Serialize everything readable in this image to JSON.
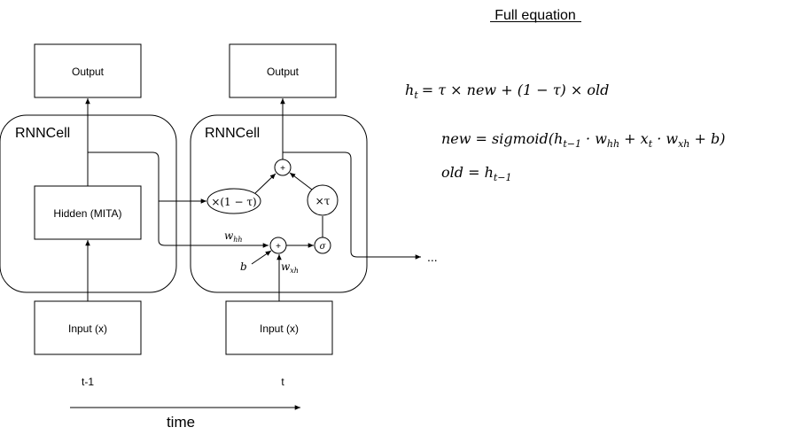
{
  "title": "Full equation",
  "cells": {
    "left": {
      "label": "RNNCell",
      "output": "Output",
      "hidden": "Hidden (MITA)",
      "input": "Input (x)",
      "time": "t-1"
    },
    "right": {
      "label": "RNNCell",
      "output": "Output",
      "input": "Input (x)",
      "time": "t"
    }
  },
  "ops": {
    "plus_top": "+",
    "plus_bottom": "+",
    "one_minus_tau": "×(1 − τ)",
    "times_tau": "×τ",
    "sigma": "σ"
  },
  "weights": {
    "w_hh": {
      "base": "w",
      "sub": "hh"
    },
    "w_xh": {
      "base": "w",
      "sub": "xh"
    },
    "b": "b"
  },
  "continuation": "...",
  "time_label": "time",
  "equations": {
    "h_t": {
      "lhs": "h",
      "lhs_sub": "t",
      "rhs": "= τ × new + (1 − τ) × old"
    },
    "new": {
      "prefix": "new = sigmoid(h",
      "sub1": "t−1",
      "mid1": " · w",
      "sub2": "hh",
      "mid2": " + x",
      "sub3": "t",
      "mid3": " · w",
      "sub4": "xh",
      "suffix": " + b)"
    },
    "old": {
      "prefix": "old = h",
      "sub": "t−1"
    }
  }
}
